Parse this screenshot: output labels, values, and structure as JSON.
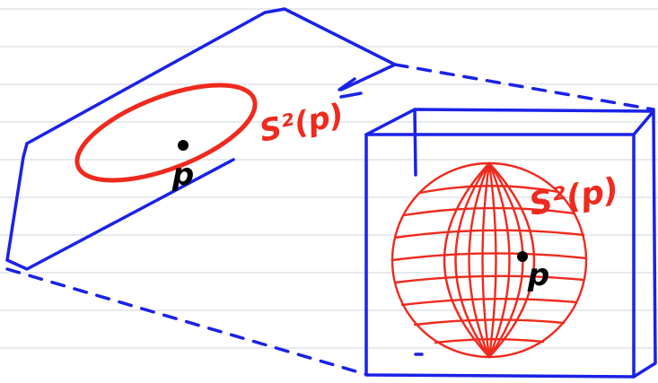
{
  "labels": {
    "point_p_plane": "p",
    "sphere_label_plane": "S²(p)",
    "sphere_label_cube": "S²(p)",
    "point_p_cube": "p"
  },
  "colors": {
    "background": "#ffffff",
    "ruled_lines": "#cfd6dc",
    "blue_ink": "#1a22e6",
    "red_ink": "#ef2a1e",
    "black_ink": "#000000"
  }
}
